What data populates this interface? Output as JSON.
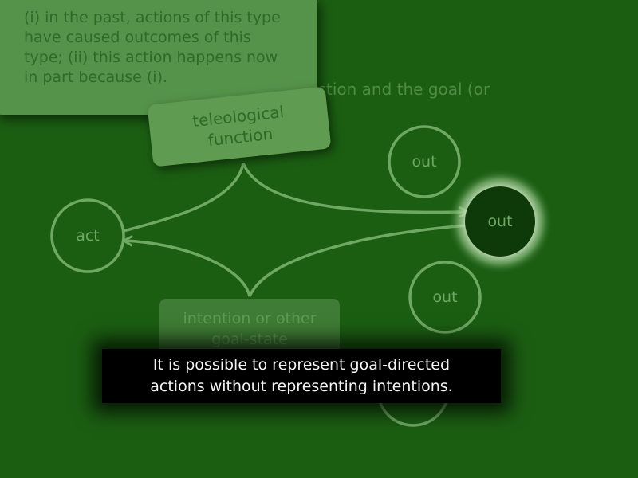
{
  "note": {
    "lines": [
      "(i) in the past, actions of this type",
      "have caused outcomes of this",
      "type; (ii) this action happens now",
      "in part because (i)."
    ]
  },
  "background_text": {
    "line1": "ction and the goal (or"
  },
  "teleological_box": {
    "line1": "teleological",
    "line2": "function"
  },
  "intention_box": {
    "line1": "intention or other",
    "line2": "goal-state"
  },
  "nodes": {
    "act": "act",
    "out_top": "out",
    "out_highlight": "out",
    "out_mid": "out"
  },
  "caption": {
    "line1": "It is possible to represent goal-directed",
    "line2": "actions without representing intentions."
  },
  "colors": {
    "background": "#1b5e12",
    "node_stroke": "#6fa863",
    "highlight_fill": "#0d3a08",
    "highlight_glow": "#cfe8c4"
  }
}
